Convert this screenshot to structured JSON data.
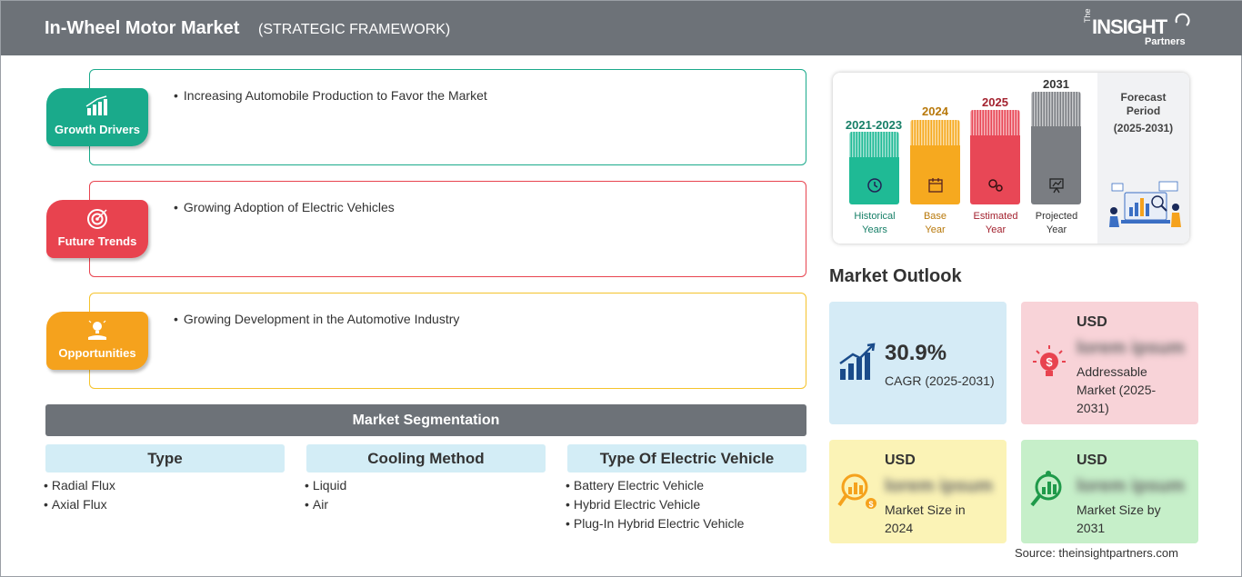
{
  "header": {
    "title": "In-Wheel Motor Market",
    "subtitle": "(STRATEGIC FRAMEWORK)",
    "logo": {
      "the": "The",
      "insight": "INSIGHT",
      "partners": "Partners"
    }
  },
  "framework": [
    {
      "label": "Growth Drivers",
      "text": "Increasing Automobile Production to Favor the Market",
      "color": "#1aaa8b",
      "icon": "bar-chart-growth-icon"
    },
    {
      "label": "Future Trends",
      "text": "Growing Adoption of Electric Vehicles",
      "color": "#e8434f",
      "icon": "target-icon"
    },
    {
      "label": "Opportunities",
      "text": "Growing Development in the Automotive Industry",
      "color": "#f5a21d",
      "icon": "lightbulb-hand-icon"
    }
  ],
  "segmentation": {
    "title": "Market Segmentation",
    "columns": [
      {
        "heading": "Type",
        "items": [
          "Radial Flux",
          "Axial Flux"
        ]
      },
      {
        "heading": "Cooling Method",
        "items": [
          "Liquid",
          "Air"
        ]
      },
      {
        "heading": "Type Of Electric Vehicle",
        "items": [
          "Battery Electric Vehicle",
          "Hybrid Electric Vehicle",
          "Plug-In Hybrid Electric Vehicle"
        ]
      }
    ]
  },
  "timeline": {
    "periods": [
      {
        "year": "2021-2023",
        "caption1": "Historical",
        "caption2": "Years",
        "color": "#1fba95",
        "text_color": "#167f67",
        "icon": "history-icon"
      },
      {
        "year": "2024",
        "caption1": "Base",
        "caption2": "Year",
        "color": "#f6a91f",
        "text_color": "#b8780a",
        "icon": "calendar-icon"
      },
      {
        "year": "2025",
        "caption1": "Estimated",
        "caption2": "Year",
        "color": "#e84756",
        "text_color": "#a3222f",
        "icon": "gears-icon"
      },
      {
        "year": "2031",
        "caption1": "Projected",
        "caption2": "Year",
        "color": "#7a7d82",
        "text_color": "#333333",
        "icon": "presentation-icon"
      }
    ],
    "forecast_title": "Forecast Period",
    "forecast_range": "(2025-2031)"
  },
  "market_outlook": {
    "title": "Market Outlook",
    "cagr": {
      "value": "30.9%",
      "label": "CAGR (2025-2031)",
      "color": "#d5ebf6"
    },
    "addressable": {
      "currency": "USD",
      "value": "lorem ipsum",
      "label": "Addressable Market (2025-2031)",
      "color": "#f8d3d8"
    },
    "size_2024": {
      "currency": "USD",
      "value": "lorem ipsum",
      "label": "Market Size in 2024",
      "color": "#fbf3b6"
    },
    "size_2031": {
      "currency": "USD",
      "value": "lorem ipsum",
      "label": "Market Size by 2031",
      "color": "#c6efc9"
    }
  },
  "source": "Source: theinsightpartners.com"
}
